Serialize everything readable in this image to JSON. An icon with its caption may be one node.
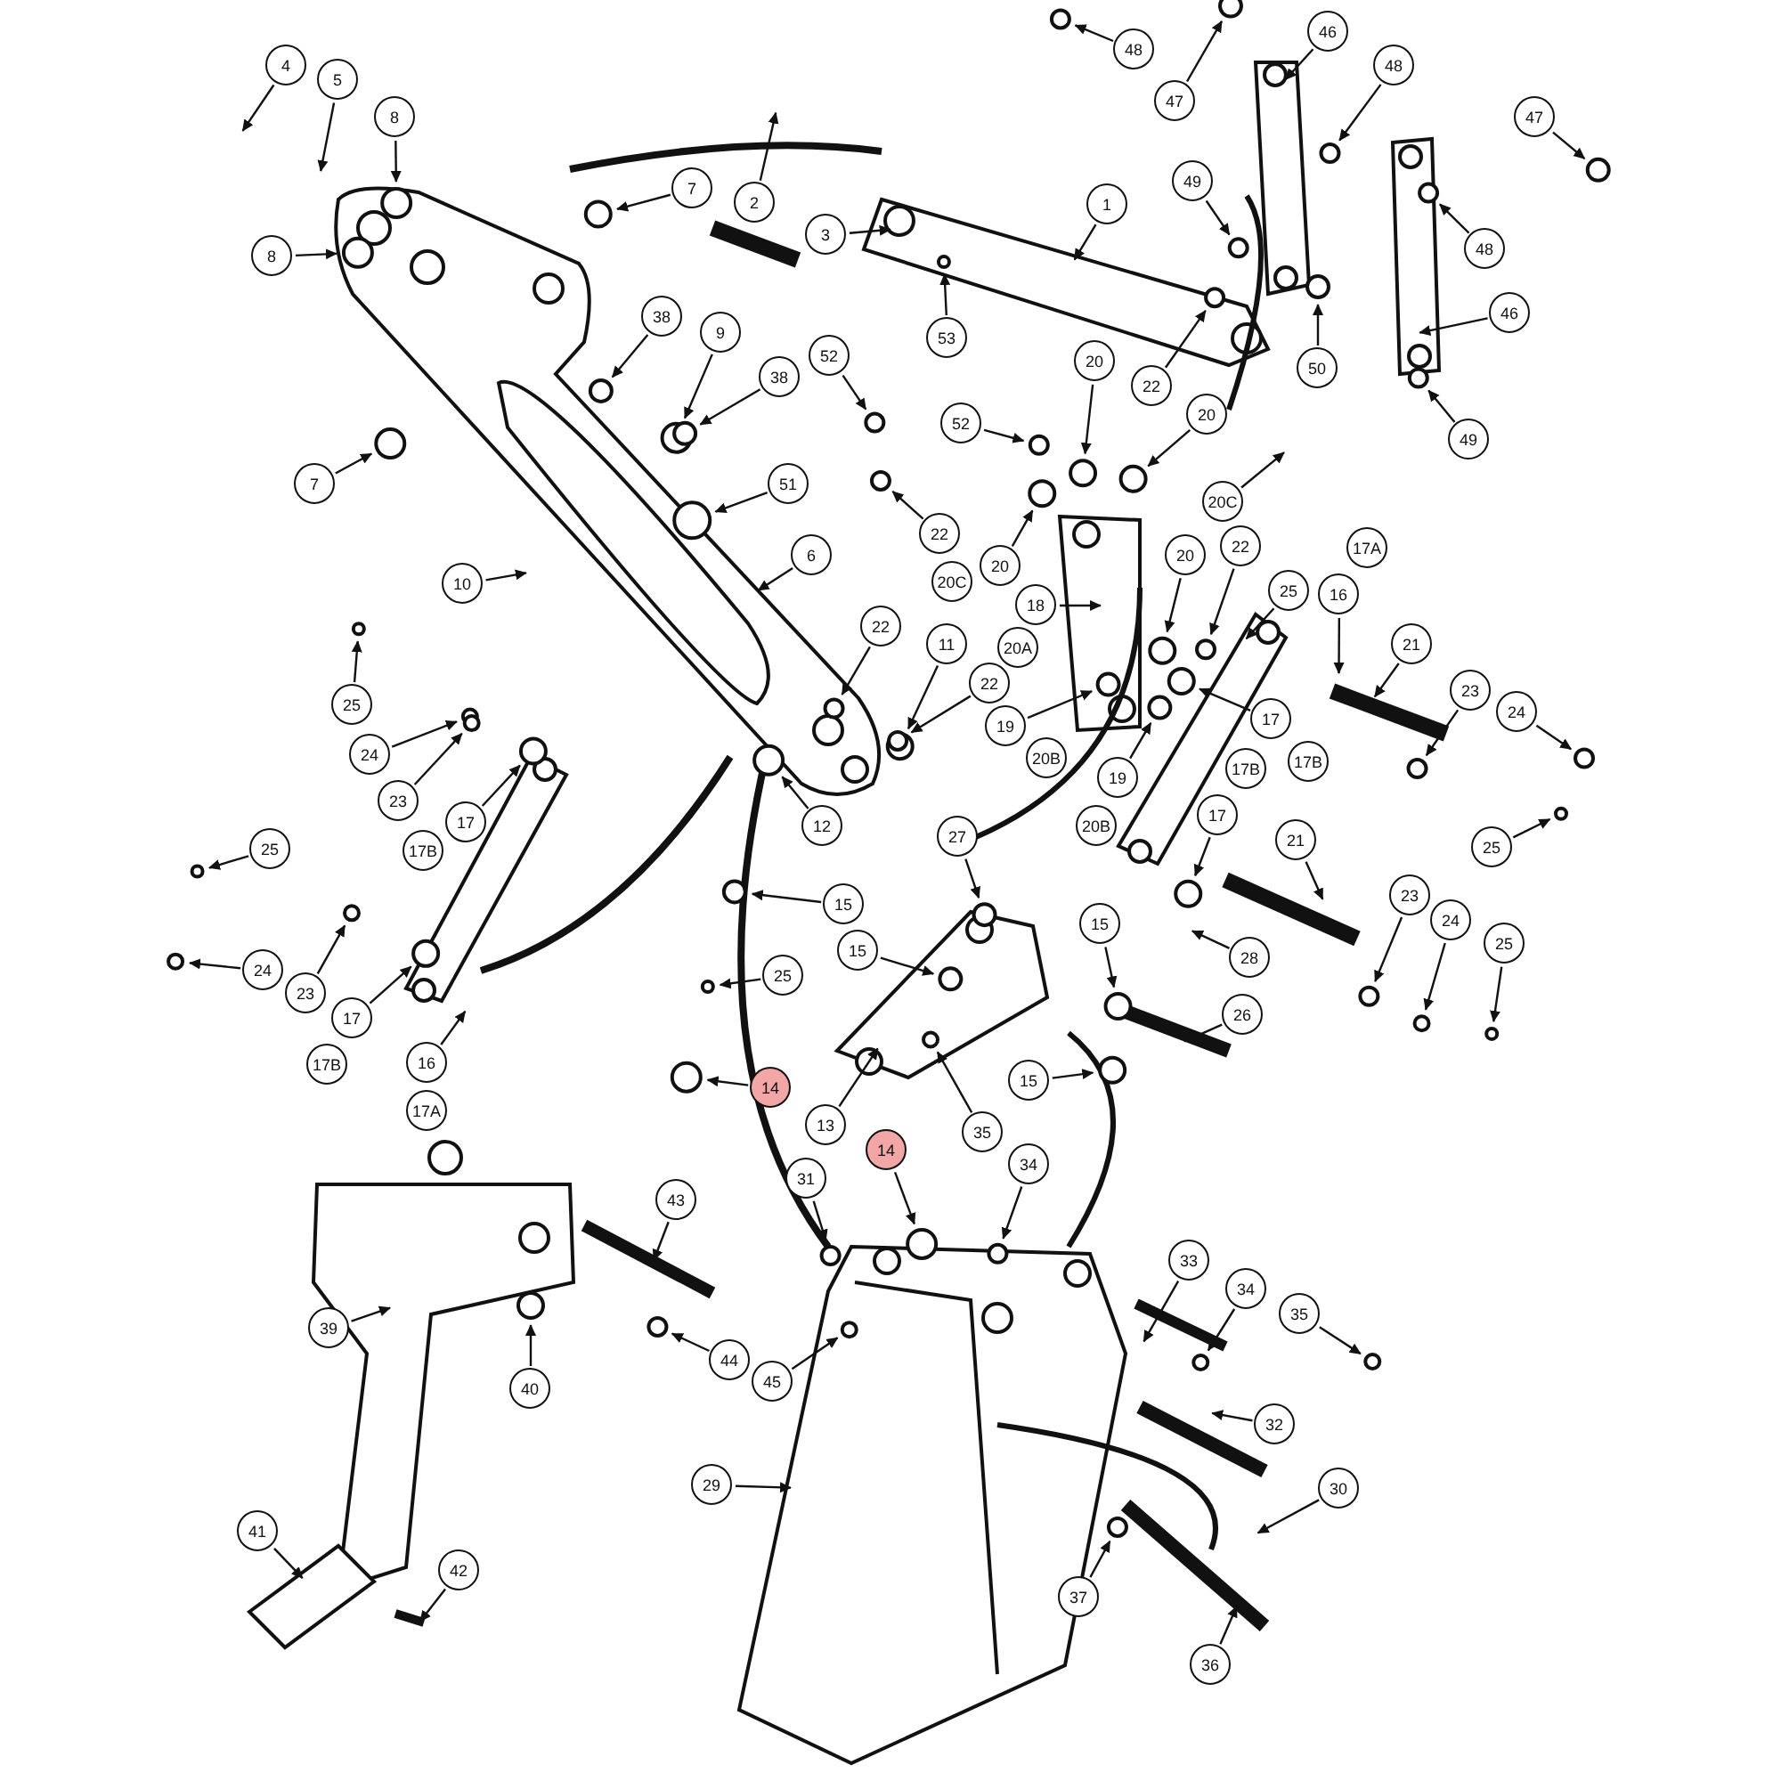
{
  "diagram": {
    "nodes": [
      {
        "text": [
          "4"
        ]
      },
      {
        "text": [
          "5"
        ]
      },
      {
        "text": [
          "8"
        ]
      },
      {
        "text": [
          "8"
        ]
      },
      {
        "text": [
          "7"
        ]
      },
      {
        "text": [
          "2"
        ]
      },
      {
        "text": [
          "3"
        ]
      },
      {
        "text": [
          "1"
        ]
      },
      {
        "text": [
          "38"
        ]
      },
      {
        "text": [
          "9"
        ]
      },
      {
        "text": [
          "38"
        ]
      },
      {
        "text": [
          "7"
        ]
      },
      {
        "text": [
          "52"
        ]
      },
      {
        "text": [
          "53"
        ]
      },
      {
        "text": [
          "52"
        ]
      },
      {
        "text": [
          "51"
        ]
      },
      {
        "text": [
          "10"
        ]
      },
      {
        "text": [
          "6"
        ]
      },
      {
        "text": [
          "48"
        ]
      },
      {
        "text": [
          "47"
        ]
      },
      {
        "text": [
          "46"
        ]
      },
      {
        "text": [
          "48"
        ]
      },
      {
        "text": [
          "49"
        ]
      },
      {
        "text": [
          "47"
        ]
      },
      {
        "text": [
          "48"
        ]
      },
      {
        "text": [
          "46"
        ]
      },
      {
        "text": [
          "50"
        ]
      },
      {
        "text": [
          "49"
        ]
      },
      {
        "text": [
          "20"
        ]
      },
      {
        "text": [
          "22"
        ]
      },
      {
        "text": [
          "20"
        ]
      },
      {
        "text": [
          "22"
        ]
      },
      {
        "text": [
          "20"
        ]
      },
      {
        "text": [
          "20C"
        ]
      },
      {
        "text": [
          "20C"
        ]
      },
      {
        "text": [
          "20"
        ]
      },
      {
        "text": [
          "22"
        ]
      },
      {
        "text": [
          "25"
        ]
      },
      {
        "text": [
          "18"
        ]
      },
      {
        "text": [
          "20A"
        ]
      },
      {
        "text": [
          "22"
        ]
      },
      {
        "text": [
          "11"
        ]
      },
      {
        "text": [
          "22"
        ]
      },
      {
        "text": [
          "19"
        ]
      },
      {
        "text": [
          "20B"
        ]
      },
      {
        "text": [
          "19"
        ]
      },
      {
        "text": [
          "20B"
        ]
      },
      {
        "text": [
          "16"
        ]
      },
      {
        "text": [
          "17A"
        ]
      },
      {
        "text": [
          "21"
        ]
      },
      {
        "text": [
          "23"
        ]
      },
      {
        "text": [
          "24"
        ]
      },
      {
        "text": [
          "25"
        ]
      },
      {
        "text": [
          "17"
        ]
      },
      {
        "text": [
          "17B"
        ]
      },
      {
        "text": [
          "17B"
        ]
      },
      {
        "text": [
          "17"
        ]
      },
      {
        "text": [
          "21"
        ]
      },
      {
        "text": [
          "23"
        ]
      },
      {
        "text": [
          "24"
        ]
      },
      {
        "text": [
          "25"
        ]
      },
      {
        "text": [
          "25"
        ]
      },
      {
        "text": [
          "24"
        ]
      },
      {
        "text": [
          "23"
        ]
      },
      {
        "text": [
          "17"
        ]
      },
      {
        "text": [
          "17B"
        ]
      },
      {
        "text": [
          "25"
        ]
      },
      {
        "text": [
          "24"
        ]
      },
      {
        "text": [
          "23"
        ]
      },
      {
        "text": [
          "17"
        ]
      },
      {
        "text": [
          "17B"
        ]
      },
      {
        "text": [
          "16"
        ]
      },
      {
        "text": [
          "17A"
        ]
      },
      {
        "text": [
          "12"
        ]
      },
      {
        "text": [
          "27"
        ]
      },
      {
        "text": [
          "15"
        ]
      },
      {
        "text": [
          "15"
        ]
      },
      {
        "text": [
          "25"
        ]
      },
      {
        "text": [
          "14"
        ]
      },
      {
        "text": [
          "13"
        ]
      },
      {
        "text": [
          "14"
        ]
      },
      {
        "text": [
          "15"
        ]
      },
      {
        "text": [
          "15"
        ]
      },
      {
        "text": [
          "28"
        ]
      },
      {
        "text": [
          "26"
        ]
      },
      {
        "text": [
          "35"
        ]
      },
      {
        "text": [
          "34"
        ]
      },
      {
        "text": [
          "31"
        ]
      },
      {
        "text": [
          "43"
        ]
      },
      {
        "text": [
          "39"
        ]
      },
      {
        "text": [
          "40"
        ]
      },
      {
        "text": [
          "44"
        ]
      },
      {
        "text": [
          "45"
        ]
      },
      {
        "text": [
          "33"
        ]
      },
      {
        "text": [
          "34"
        ]
      },
      {
        "text": [
          "35"
        ]
      },
      {
        "text": [
          "32"
        ]
      },
      {
        "text": [
          "30"
        ]
      },
      {
        "text": [
          "29"
        ]
      },
      {
        "text": [
          "37"
        ]
      },
      {
        "text": [
          "36"
        ]
      },
      {
        "text": [
          "41"
        ]
      },
      {
        "text": [
          "42"
        ]
      }
    ],
    "edges": [
      {
        "from": 0,
        "to": null,
        "arrow": "to"
      },
      {
        "from": 1,
        "to": null,
        "arrow": "to"
      },
      {
        "from": 2,
        "to": null,
        "arrow": "to"
      },
      {
        "from": 3,
        "to": null,
        "arrow": "to"
      },
      {
        "from": 4,
        "to": null,
        "arrow": "to"
      },
      {
        "from": 5,
        "to": null,
        "arrow": "to"
      },
      {
        "from": 6,
        "to": null,
        "arrow": "to"
      },
      {
        "from": 7,
        "to": null,
        "arrow": "to"
      },
      {
        "from": 8,
        "to": null,
        "arrow": "to"
      },
      {
        "from": 9,
        "to": null,
        "arrow": "to"
      },
      {
        "from": 10,
        "to": null,
        "arrow": "to"
      },
      {
        "from": 11,
        "to": null,
        "arrow": "to"
      },
      {
        "from": 12,
        "to": null,
        "arrow": "to"
      },
      {
        "from": 13,
        "to": null,
        "arrow": "to"
      },
      {
        "from": 14,
        "to": null,
        "arrow": "to"
      },
      {
        "from": 15,
        "to": null,
        "arrow": "to"
      },
      {
        "from": 16,
        "to": null,
        "arrow": "to"
      },
      {
        "from": 17,
        "to": null,
        "arrow": "to"
      },
      {
        "from": 18,
        "to": null,
        "arrow": "to"
      },
      {
        "from": 19,
        "to": null,
        "arrow": "to"
      },
      {
        "from": 20,
        "to": null,
        "arrow": "to"
      },
      {
        "from": 21,
        "to": null,
        "arrow": "to"
      },
      {
        "from": 22,
        "to": null,
        "arrow": "to"
      },
      {
        "from": 23,
        "to": null,
        "arrow": "to"
      },
      {
        "from": 24,
        "to": null,
        "arrow": "to"
      },
      {
        "from": 25,
        "to": null,
        "arrow": "to"
      },
      {
        "from": 26,
        "to": null,
        "arrow": "to"
      },
      {
        "from": 27,
        "to": null,
        "arrow": "to"
      },
      {
        "from": 28,
        "to": null,
        "arrow": "to"
      },
      {
        "from": 29,
        "to": null,
        "arrow": "to"
      },
      {
        "from": 30,
        "to": null,
        "arrow": "to"
      },
      {
        "from": 31,
        "to": null,
        "arrow": "to"
      },
      {
        "from": 32,
        "to": null,
        "arrow": "to"
      },
      {
        "from": 34,
        "to": null,
        "arrow": "to"
      },
      {
        "from": 35,
        "to": null,
        "arrow": "to"
      },
      {
        "from": 36,
        "to": null,
        "arrow": "to"
      },
      {
        "from": 37,
        "to": null,
        "arrow": "to"
      },
      {
        "from": 38,
        "to": null,
        "arrow": "to"
      },
      {
        "from": 40,
        "to": null,
        "arrow": "to"
      },
      {
        "from": 41,
        "to": null,
        "arrow": "to"
      },
      {
        "from": 42,
        "to": null,
        "arrow": "to"
      },
      {
        "from": 43,
        "to": null,
        "arrow": "to"
      },
      {
        "from": 45,
        "to": null,
        "arrow": "to"
      },
      {
        "from": 47,
        "to": null,
        "arrow": "to"
      },
      {
        "from": 49,
        "to": null,
        "arrow": "to"
      },
      {
        "from": 50,
        "to": null,
        "arrow": "to"
      },
      {
        "from": 51,
        "to": null,
        "arrow": "to"
      },
      {
        "from": 52,
        "to": null,
        "arrow": "to"
      },
      {
        "from": 53,
        "to": null,
        "arrow": "to"
      },
      {
        "from": 56,
        "to": null,
        "arrow": "to"
      },
      {
        "from": 57,
        "to": null,
        "arrow": "to"
      },
      {
        "from": 58,
        "to": null,
        "arrow": "to"
      },
      {
        "from": 59,
        "to": null,
        "arrow": "to"
      },
      {
        "from": 60,
        "to": null,
        "arrow": "to"
      },
      {
        "from": 61,
        "to": null,
        "arrow": "to"
      },
      {
        "from": 62,
        "to": null,
        "arrow": "to"
      },
      {
        "from": 63,
        "to": null,
        "arrow": "to"
      },
      {
        "from": 64,
        "to": null,
        "arrow": "to"
      },
      {
        "from": 66,
        "to": null,
        "arrow": "to"
      },
      {
        "from": 67,
        "to": null,
        "arrow": "to"
      },
      {
        "from": 68,
        "to": null,
        "arrow": "to"
      },
      {
        "from": 69,
        "to": null,
        "arrow": "to"
      },
      {
        "from": 71,
        "to": null,
        "arrow": "to"
      },
      {
        "from": 73,
        "to": null,
        "arrow": "to"
      },
      {
        "from": 74,
        "to": null,
        "arrow": "to"
      },
      {
        "from": 75,
        "to": null,
        "arrow": "to"
      },
      {
        "from": 76,
        "to": null,
        "arrow": "to"
      },
      {
        "from": 77,
        "to": null,
        "arrow": "to"
      },
      {
        "from": 78,
        "to": null,
        "arrow": "to"
      },
      {
        "from": 79,
        "to": null,
        "arrow": "to"
      },
      {
        "from": 80,
        "to": null,
        "arrow": "to"
      },
      {
        "from": 81,
        "to": null,
        "arrow": "to"
      },
      {
        "from": 82,
        "to": null,
        "arrow": "to"
      },
      {
        "from": 83,
        "to": null,
        "arrow": "to"
      },
      {
        "from": 84,
        "to": null,
        "arrow": "to"
      },
      {
        "from": 85,
        "to": null,
        "arrow": "to"
      },
      {
        "from": 86,
        "to": null,
        "arrow": "to"
      },
      {
        "from": 87,
        "to": null,
        "arrow": "to"
      },
      {
        "from": 88,
        "to": null,
        "arrow": "to"
      },
      {
        "from": 89,
        "to": null,
        "arrow": "to"
      },
      {
        "from": 90,
        "to": null,
        "arrow": "to"
      },
      {
        "from": 91,
        "to": null,
        "arrow": "to"
      },
      {
        "from": 92,
        "to": null,
        "arrow": "to"
      },
      {
        "from": 93,
        "to": null,
        "arrow": "to"
      },
      {
        "from": 94,
        "to": null,
        "arrow": "to"
      },
      {
        "from": 95,
        "to": null,
        "arrow": "to"
      },
      {
        "from": 96,
        "to": null,
        "arrow": "to"
      },
      {
        "from": 97,
        "to": null,
        "arrow": "to"
      },
      {
        "from": 98,
        "to": null,
        "arrow": "to"
      },
      {
        "from": 99,
        "to": null,
        "arrow": "to"
      },
      {
        "from": 100,
        "to": null,
        "arrow": "to"
      },
      {
        "from": 101,
        "to": null,
        "arrow": "to"
      },
      {
        "from": 102,
        "to": null,
        "arrow": "to"
      }
    ]
  }
}
